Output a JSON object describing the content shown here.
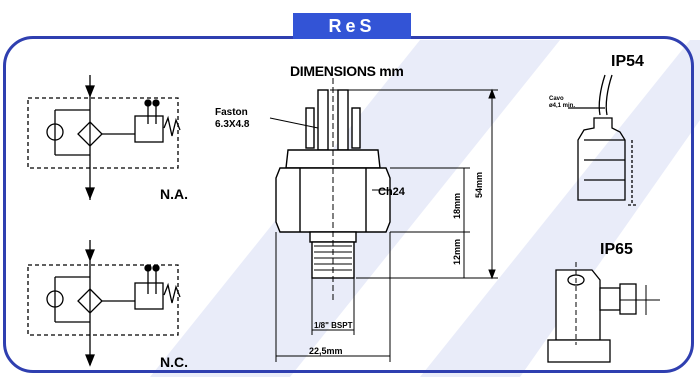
{
  "brand": "ReS",
  "title": "DIMENSIONS mm",
  "ip_top": "IP54",
  "ip_bottom": "IP65",
  "schematic_top_label": "N.A.",
  "schematic_bottom_label": "N.C.",
  "faston_line1": "Faston",
  "faston_line2": "6.3X4.8",
  "hex_label": "Ch24",
  "thread_label": "1/8\" BSPT",
  "width_label": "22,5mm",
  "dim_total": "54mm",
  "dim_mid": "18mm",
  "dim_thread": "12mm",
  "cable_line1": "Cavo",
  "cable_line2": "ø4,1 min.",
  "colors": {
    "frame": "#2f3fb0",
    "brand": "#3354d6",
    "watermark": "#e6eaf8"
  }
}
